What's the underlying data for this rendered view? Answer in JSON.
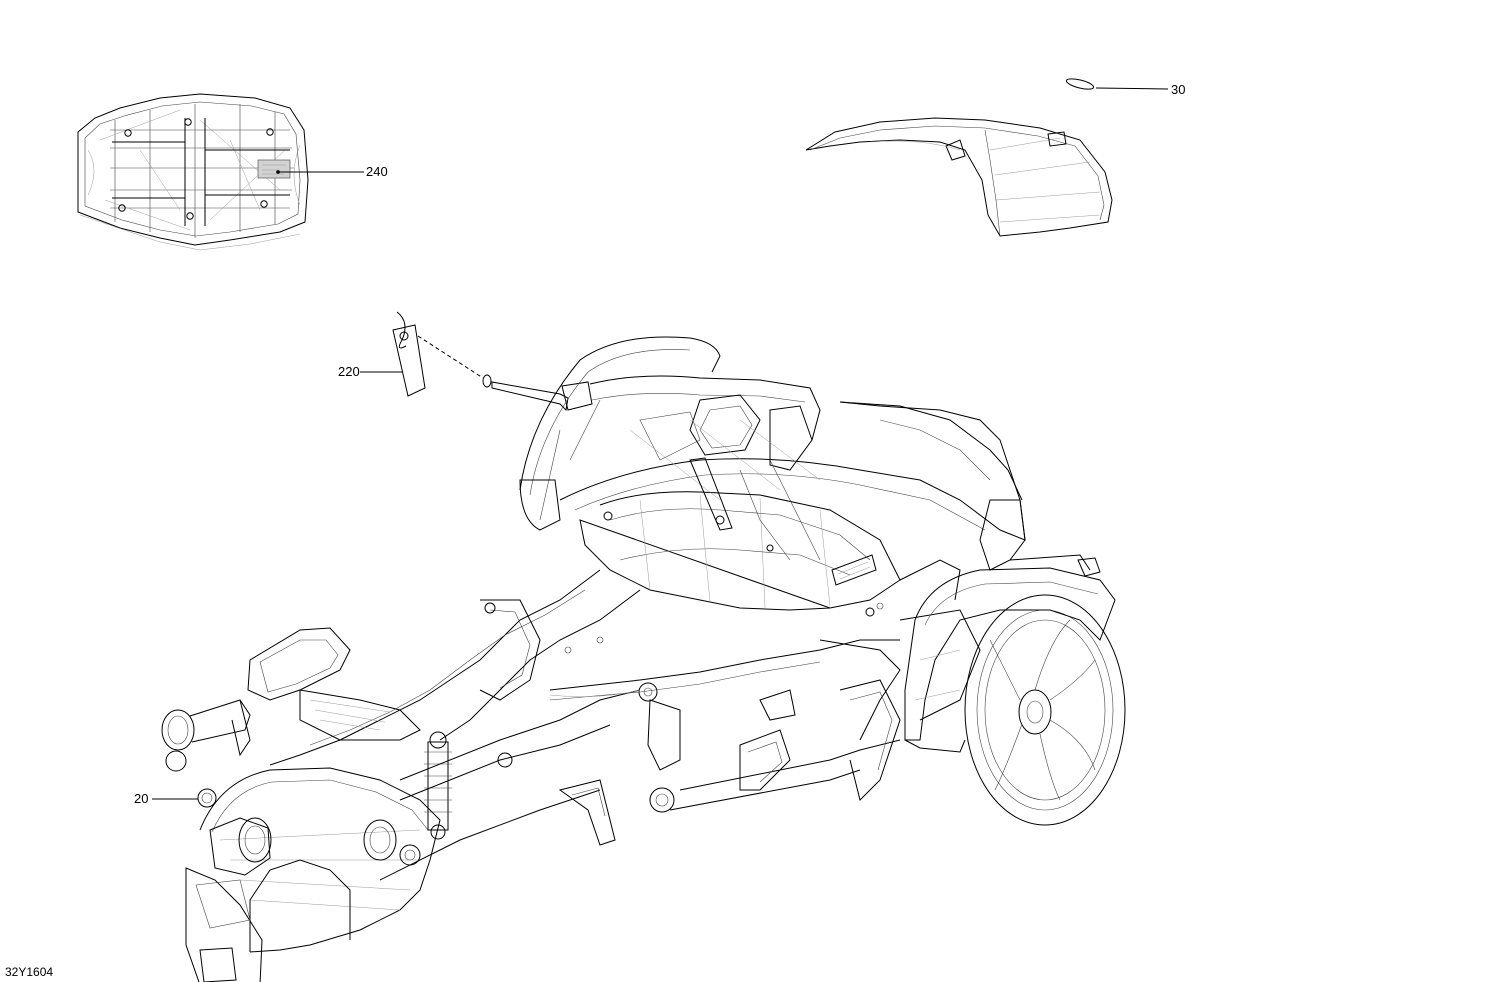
{
  "callouts": [
    {
      "id": "30",
      "label": "30"
    },
    {
      "id": "240",
      "label": "240"
    },
    {
      "id": "220",
      "label": "220"
    },
    {
      "id": "20",
      "label": "20"
    }
  ],
  "diagram_code": "32Y1604"
}
